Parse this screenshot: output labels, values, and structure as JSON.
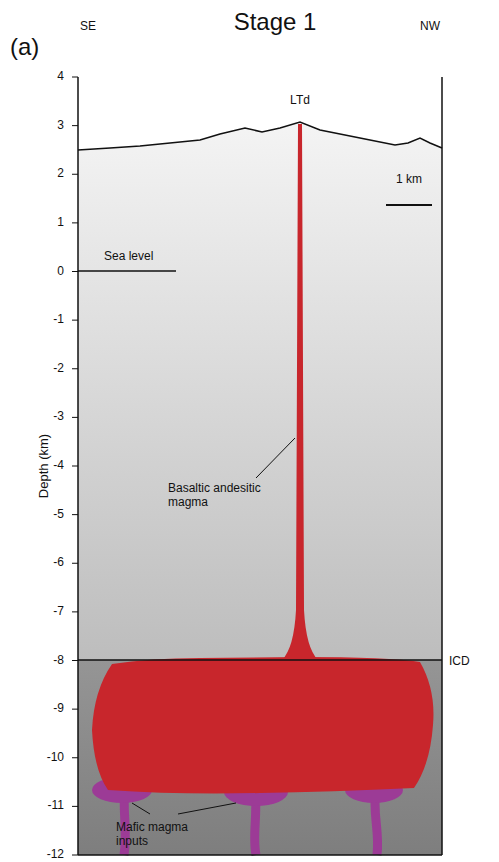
{
  "diagram": {
    "title": "Stage 1",
    "labels": [
      "(a)",
      "SE",
      "NW",
      "LTd",
      "1 km",
      "Sea level",
      "4",
      "3",
      "2",
      "1",
      "0",
      "-1",
      "-2",
      "-3",
      "-4",
      "-5",
      "-6",
      "-7",
      "-8",
      "-9",
      "-10",
      "-11",
      "-12",
      "Depth (km)",
      "Basaltic andesitic magma",
      "ICD",
      "Mafic magma inputs"
    ]
  }
}
